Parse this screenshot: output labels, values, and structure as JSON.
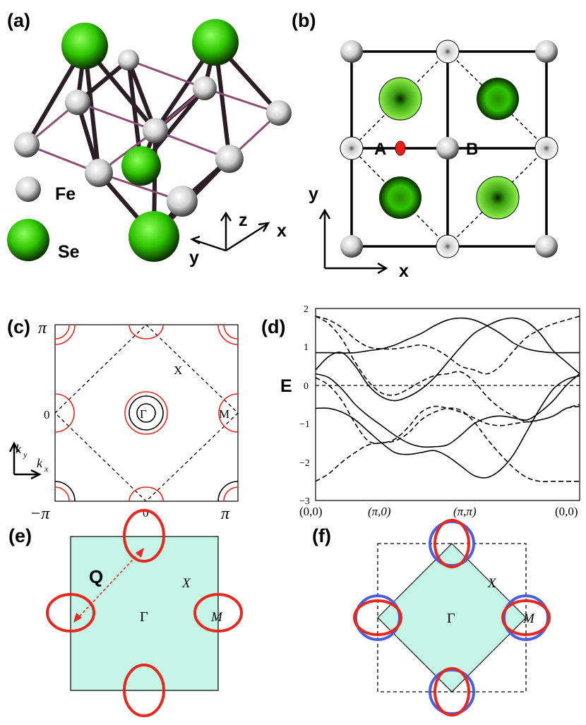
{
  "panels": {
    "a": {
      "label": "(a)",
      "legend": [
        {
          "name": "Fe",
          "color": "#e8e8e8"
        },
        {
          "name": "Se",
          "color": "#2ec400"
        }
      ],
      "axes": {
        "x": "x",
        "y": "y",
        "z": "z"
      }
    },
    "b": {
      "label": "(b)",
      "site_labels": [
        "A",
        "B"
      ],
      "axes": {
        "x": "x",
        "y": "y"
      }
    },
    "c": {
      "label": "(c)",
      "tick_labels": {
        "top": "π",
        "left_mid": "0",
        "bottom_left": "−π",
        "bottom_mid": "0",
        "bottom_right": "π"
      },
      "points": {
        "gamma": "Γ",
        "x": "X",
        "m": "M"
      },
      "axis_labels": {
        "ky": "k",
        "ky_sub": "y",
        "kx": "k",
        "kx_sub": "x"
      }
    },
    "d": {
      "label": "(d)",
      "ylabel": "E",
      "yticks": [
        "2",
        "1",
        "0",
        "−1",
        "−2",
        "−3"
      ],
      "xticks": [
        "(0,0)",
        "(π,0)",
        "(π,π)",
        "(0,0)"
      ]
    },
    "e": {
      "label": "(e)",
      "vector": "Q",
      "points": {
        "gamma": "Γ",
        "x": "X",
        "m": "M"
      }
    },
    "f": {
      "label": "(f)",
      "points": {
        "gamma": "Γ",
        "x": "X",
        "m": "M"
      }
    }
  },
  "colors": {
    "fermi_red": "#e8281e",
    "fermi_blue": "#4a5ee0",
    "bz_fill": "#c4f5e6",
    "se_green": "#2ec400"
  },
  "chart_data": [
    {
      "type": "line",
      "panel": "d",
      "ylabel": "E",
      "ylim": [
        -3,
        2
      ],
      "categories": [
        "(0,0)",
        "(π,0)",
        "(π,π)",
        "(0,0)"
      ],
      "series": [
        {
          "style": "solid",
          "t": [
            0,
            0.33,
            0.67,
            1
          ],
          "x": [
            0,
            0.05,
            0.1,
            0.15,
            0.2,
            0.25,
            0.3,
            0.35,
            0.4,
            0.45,
            0.5,
            0.55,
            0.6,
            0.65,
            0.7,
            0.75,
            0.8,
            0.85,
            0.9,
            0.95,
            1.0
          ],
          "y": [
            0.85,
            0.85,
            0.84,
            0.85,
            0.9,
            0.95,
            1.05,
            1.2,
            1.35,
            1.55,
            1.7,
            1.75,
            1.7,
            1.55,
            1.35,
            1.1,
            0.95,
            0.88,
            0.85,
            0.85,
            0.85
          ]
        },
        {
          "style": "solid",
          "x": [
            0,
            0.05,
            0.1,
            0.15,
            0.2,
            0.25,
            0.3,
            0.35,
            0.4,
            0.45,
            0.5,
            0.55,
            0.6,
            0.65,
            0.7,
            0.75,
            0.8,
            0.85,
            0.9,
            0.95,
            1.0
          ],
          "y": [
            0.4,
            0.75,
            0.85,
            0.5,
            0.0,
            -0.3,
            -0.4,
            -0.3,
            -0.1,
            0.2,
            0.6,
            1.0,
            1.35,
            1.55,
            1.7,
            1.75,
            1.65,
            1.35,
            0.9,
            0.6,
            0.3
          ]
        },
        {
          "style": "solid",
          "x": [
            0,
            0.05,
            0.1,
            0.15,
            0.2,
            0.25,
            0.3,
            0.35,
            0.4,
            0.45,
            0.5,
            0.55,
            0.6,
            0.65,
            0.7,
            0.75,
            0.8,
            0.85,
            0.9,
            0.95,
            1.0
          ],
          "y": [
            0.3,
            0.2,
            -0.1,
            -0.5,
            -0.8,
            -1.05,
            -1.3,
            -1.5,
            -1.6,
            -1.6,
            -1.55,
            -1.3,
            -1.0,
            -0.85,
            -0.8,
            -0.85,
            -0.9,
            -0.7,
            -0.4,
            0.0,
            0.3
          ]
        },
        {
          "style": "solid",
          "x": [
            0,
            0.05,
            0.1,
            0.15,
            0.2,
            0.25,
            0.3,
            0.35,
            0.4,
            0.45,
            0.5,
            0.55,
            0.6,
            0.65,
            0.7,
            0.75,
            0.8,
            0.85,
            0.9,
            0.95,
            1.0
          ],
          "y": [
            -0.6,
            -0.6,
            -0.7,
            -0.9,
            -1.2,
            -1.5,
            -1.75,
            -1.8,
            -1.75,
            -1.7,
            -1.85,
            -2.1,
            -2.35,
            -2.4,
            -2.2,
            -1.8,
            -1.2,
            -0.6,
            -0.1,
            0.15,
            0.25
          ]
        },
        {
          "style": "dashed",
          "x": [
            0,
            0.05,
            0.1,
            0.15,
            0.2,
            0.25,
            0.3,
            0.35,
            0.4,
            0.45,
            0.5,
            0.55,
            0.6,
            0.65,
            0.7,
            0.75,
            0.8,
            0.85,
            0.9,
            0.95,
            1.0
          ],
          "y": [
            1.8,
            1.7,
            1.5,
            1.2,
            1.0,
            0.95,
            0.95,
            1.0,
            1.05,
            0.95,
            0.75,
            0.5,
            0.4,
            0.3,
            0.5,
            0.9,
            1.25,
            1.45,
            1.6,
            1.7,
            1.8
          ]
        },
        {
          "style": "dashed",
          "x": [
            0,
            0.05,
            0.1,
            0.15,
            0.2,
            0.25,
            0.3,
            0.35,
            0.4,
            0.45,
            0.5,
            0.55,
            0.6,
            0.65,
            0.7,
            0.75,
            0.8,
            0.85,
            0.9,
            0.95,
            1.0
          ],
          "y": [
            1.8,
            1.6,
            1.2,
            0.6,
            0.1,
            -0.2,
            -0.25,
            -0.1,
            0.1,
            0.25,
            0.3,
            0.35,
            0.1,
            -0.3,
            -0.6,
            -0.8,
            -0.95,
            -0.9,
            -0.8,
            -0.6,
            -0.5
          ]
        },
        {
          "style": "dashed",
          "x": [
            0,
            0.05,
            0.1,
            0.15,
            0.2,
            0.25,
            0.3,
            0.35,
            0.4,
            0.45,
            0.5,
            0.55,
            0.6,
            0.65,
            0.7,
            0.75,
            0.8,
            0.85,
            0.9,
            0.95,
            1.0
          ],
          "y": [
            0.2,
            0.0,
            -0.4,
            -1.0,
            -1.45,
            -1.5,
            -1.4,
            -1.1,
            -0.7,
            -0.55,
            -0.6,
            -0.7,
            -0.85,
            -1.0,
            -1.05,
            -1.0,
            -0.95,
            -0.9,
            -0.8,
            -0.6,
            -0.55
          ]
        },
        {
          "style": "dashed",
          "x": [
            0,
            0.05,
            0.1,
            0.15,
            0.2,
            0.25,
            0.3,
            0.35,
            0.4,
            0.45,
            0.5,
            0.55,
            0.6,
            0.65,
            0.7,
            0.75,
            0.8,
            0.85,
            0.9,
            0.95,
            1.0
          ],
          "y": [
            -2.5,
            -2.3,
            -2.0,
            -1.75,
            -1.55,
            -1.5,
            -1.45,
            -1.25,
            -0.9,
            -0.7,
            -0.6,
            -0.65,
            -0.95,
            -1.4,
            -1.8,
            -2.15,
            -2.4,
            -2.5,
            -2.5,
            -2.5,
            -2.5
          ]
        }
      ]
    }
  ]
}
